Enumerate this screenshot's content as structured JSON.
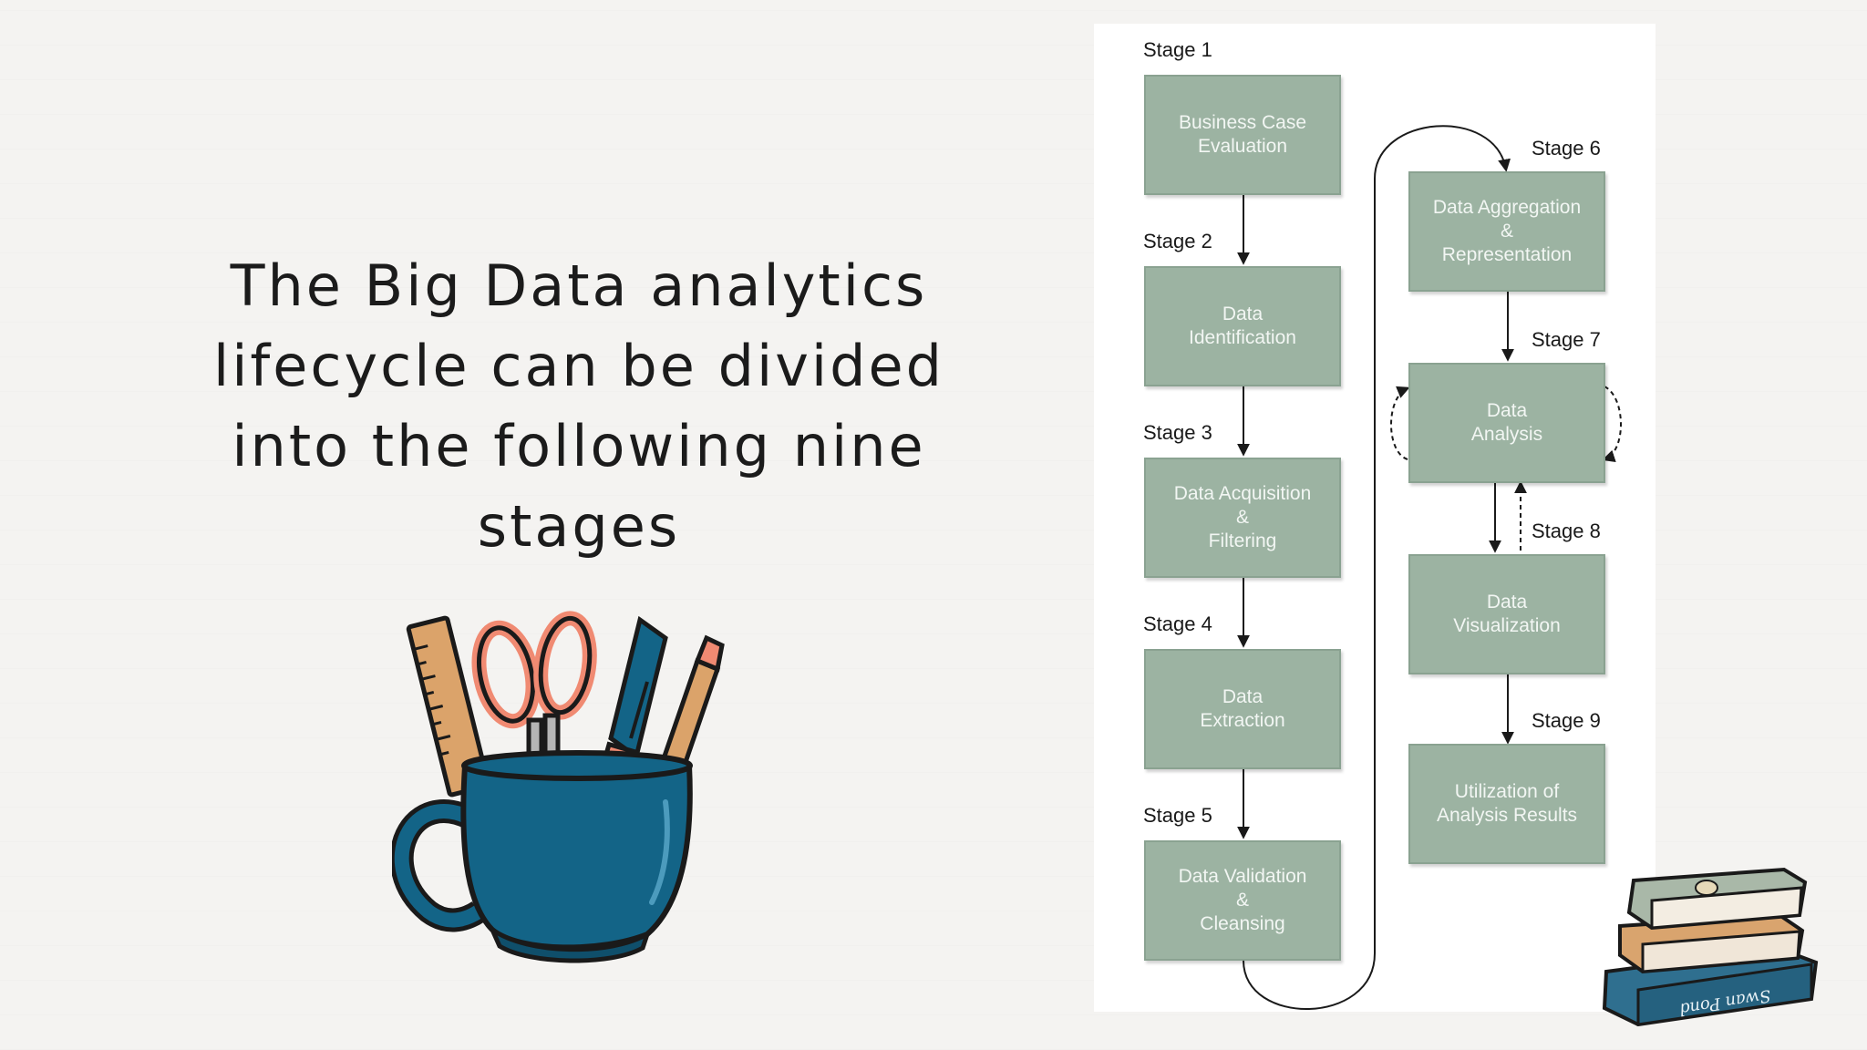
{
  "headline": "The Big Data analytics lifecycle can be divided into the following nine stages",
  "stages": [
    {
      "label": "Stage 1",
      "box": "Business Case\nEvaluation"
    },
    {
      "label": "Stage 2",
      "box": "Data\nIdentification"
    },
    {
      "label": "Stage 3",
      "box": "Data Acquisition\n&\nFiltering"
    },
    {
      "label": "Stage 4",
      "box": "Data\nExtraction"
    },
    {
      "label": "Stage 5",
      "box": "Data Validation\n&\nCleansing"
    },
    {
      "label": "Stage 6",
      "box": "Data Aggregation\n&\nRepresentation"
    },
    {
      "label": "Stage 7",
      "box": "Data\nAnalysis"
    },
    {
      "label": "Stage 8",
      "box": "Data\nVisualization"
    },
    {
      "label": "Stage 9",
      "box": "Utilization of\nAnalysis Results"
    }
  ],
  "book_spine_text": "Swan Pond",
  "colors": {
    "box_fill": "#9cb3a2",
    "cup_blue": "#136487",
    "scissors_orange": "#f08a72",
    "background": "#f4f3f1"
  }
}
